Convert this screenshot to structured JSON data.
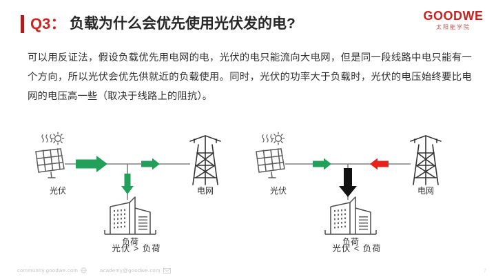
{
  "header": {
    "question_id": "Q3：",
    "question_text": "负载为什么会优先使用光伏发的电?",
    "accent_bar_color": "#a5201f",
    "accent_text_color": "#cf2320"
  },
  "logo": {
    "wordmark": "GOODWE",
    "subtitle": "太阳能学院",
    "color": "#c9211f"
  },
  "body": {
    "paragraph": "可以用反证法，假设负载优先用电网的电，光伏的电只能流向大电网，但是同一段线路中电只能有一个方向，所以光伏会优先供就近的负载使用。同时，光伏的功率大于负载时，光伏的电压始终要比电网的电压高一些（取决于线路上的阻抗）。"
  },
  "diagrams": [
    {
      "id": "pv-greater-than-load",
      "caption": "光伏 > 负荷",
      "nodes": {
        "pv": "光伏",
        "grid": "电网",
        "load": "负荷"
      },
      "flows": [
        {
          "from": "pv",
          "to": "junction",
          "direction": "right",
          "color": "#22a05a",
          "size": "large"
        },
        {
          "from": "junction",
          "to": "grid",
          "direction": "right",
          "color": "#22a05a",
          "size": "small"
        },
        {
          "from": "junction",
          "to": "load",
          "direction": "down",
          "color": "#22a05a",
          "size": "medium"
        }
      ]
    },
    {
      "id": "pv-less-than-load",
      "caption": "光伏 < 负荷",
      "nodes": {
        "pv": "光伏",
        "grid": "电网",
        "load": "负荷"
      },
      "flows": [
        {
          "from": "pv",
          "to": "junction",
          "direction": "right",
          "color": "#22a05a",
          "size": "small"
        },
        {
          "from": "grid",
          "to": "junction",
          "direction": "left",
          "color": "#e8211a",
          "size": "small"
        },
        {
          "from": "junction",
          "to": "load",
          "direction": "down",
          "color": "#111111",
          "size": "large"
        }
      ]
    }
  ],
  "footer": {
    "website": "community.goodwe.com",
    "email": "academy@goodwe.com",
    "page_number": "7"
  },
  "colors": {
    "green": "#22a05a",
    "red": "#e8211a",
    "black": "#111111",
    "line_gray": "#808080",
    "icon_gray": "#5a5a5a"
  }
}
